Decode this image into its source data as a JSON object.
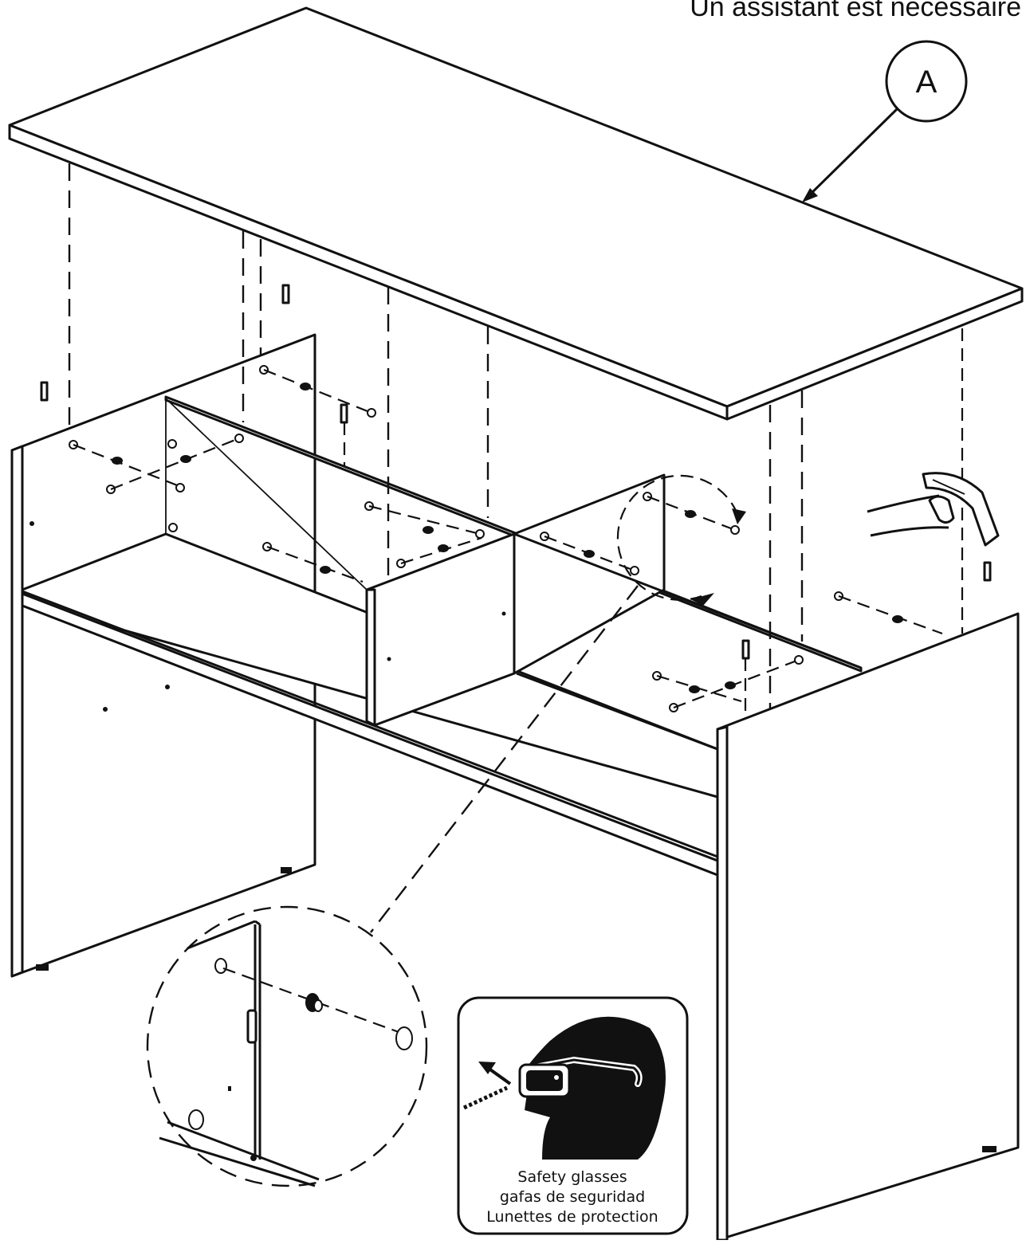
{
  "header": {
    "helper_note": "Un assistant est nécessaire"
  },
  "callout": {
    "label": "A",
    "target": "tabletop"
  },
  "safety": {
    "icon": "safety-glasses-icon",
    "lines": [
      "Safety glasses",
      "gafas de seguridad",
      "Lunettes de protection"
    ]
  },
  "tools": {
    "hammer": "hammer-icon"
  }
}
